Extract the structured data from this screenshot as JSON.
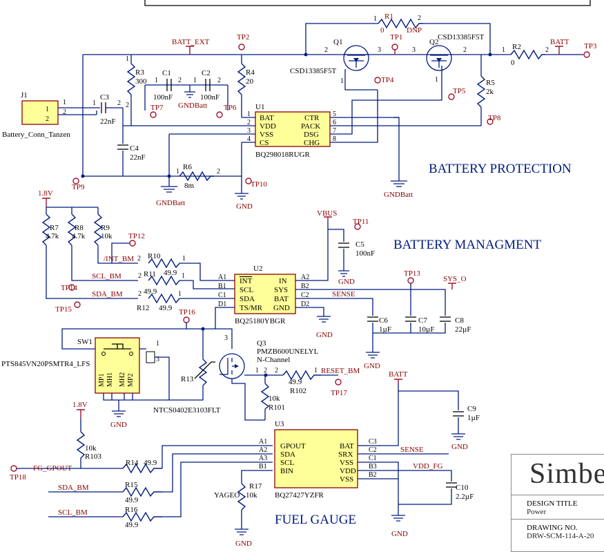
{
  "sections": {
    "protection": "BATTERY PROTECTION",
    "management": "BATTERY MANAGMENT",
    "fuel_gauge": "FUEL GAUGE"
  },
  "nets": {
    "batt_ext": "BATT_EXT",
    "batt": "BATT",
    "batt2": "BATT",
    "gndbatt": "GNDBatt",
    "gndbatt2": "GNDBatt",
    "gndbatt3": "GNDBatt",
    "v18": "1.8V",
    "v18b": "1.8V",
    "vbus": "VBUS",
    "sys_o": "SYS_O",
    "int_bm": "/INT_BM",
    "scl_bm": "SCL_BM",
    "sda_bm": "SDA_BM",
    "sense": "SENSE",
    "sense2": "SENSE",
    "reset_bm": "RESET_BM",
    "fg_gpout": "FG_GPOUT",
    "sda_bm2": "SDA_BM",
    "scl_bm2": "SCL_BM",
    "vdd_fg": "VDD_FG",
    "gnd": "GND"
  },
  "components": {
    "J1": {
      "ref": "J1",
      "value": "Battery_Conn_Tanzen",
      "pin1": "1",
      "pin2": "2"
    },
    "R1": {
      "ref": "R1",
      "value": "0",
      "note": "DNP"
    },
    "R2": {
      "ref": "R2",
      "value": "0"
    },
    "R3": {
      "ref": "R3",
      "value": "300"
    },
    "R4": {
      "ref": "R4",
      "value": "20"
    },
    "R5": {
      "ref": "R5",
      "value": "2k"
    },
    "R6": {
      "ref": "R6",
      "value": "8m"
    },
    "C1": {
      "ref": "C1",
      "value": "100nF"
    },
    "C2": {
      "ref": "C2",
      "value": "100nF"
    },
    "C3": {
      "ref": "C3",
      "value": "22nF"
    },
    "C4": {
      "ref": "C4",
      "value": "22nF"
    },
    "Q1": {
      "ref": "Q1",
      "value": "CSD13385F5T"
    },
    "Q2": {
      "ref": "Q2",
      "value": "CSD13385F5T"
    },
    "U1": {
      "ref": "U1",
      "value": "BQ298018RUGR",
      "left": [
        "BAT",
        "VDD",
        "VSS",
        "CS"
      ],
      "right": [
        "CTR",
        "PACK",
        "DSG",
        "CHG"
      ]
    },
    "R7": {
      "ref": "R7",
      "value": "4.7k"
    },
    "R8": {
      "ref": "R8",
      "value": "4.7k"
    },
    "R9": {
      "ref": "R9",
      "value": "10k"
    },
    "R10": {
      "ref": "R10",
      "value": "49.9"
    },
    "R11": {
      "ref": "R11",
      "value": "49.9"
    },
    "R12": {
      "ref": "R12",
      "value": "49.9"
    },
    "C5": {
      "ref": "C5",
      "value": "100nF"
    },
    "C6": {
      "ref": "C6",
      "value": "1µF"
    },
    "C7": {
      "ref": "C7",
      "value": "10µF"
    },
    "C8": {
      "ref": "C8",
      "value": "22µF"
    },
    "U2": {
      "ref": "U2",
      "value": "BQ25180YBGR",
      "left": [
        "INT",
        "SCL",
        "SDA",
        "TS/MR"
      ],
      "right": [
        "IN",
        "SYS",
        "BAT",
        "GND"
      ]
    },
    "SW1": {
      "ref": "SW1",
      "value": "PTS845VN20PSMTR4_LFS"
    },
    "R13": {
      "ref": "R13",
      "value": "NTCS0402E3103FLT"
    },
    "Q3": {
      "ref": "Q3",
      "value": "PMZB600UNELYL",
      "type": "N-Channel"
    },
    "R101": {
      "ref": "R101",
      "value": "10k"
    },
    "R102": {
      "ref": "R102",
      "value": "49.9"
    },
    "C9": {
      "ref": "C9",
      "value": "1µF"
    },
    "R103": {
      "ref": "R103",
      "value": "10k"
    },
    "R14": {
      "ref": "R14",
      "value": "49.9"
    },
    "R15": {
      "ref": "R15",
      "value": "49.9"
    },
    "R16": {
      "ref": "R16",
      "value": "49.9"
    },
    "R17": {
      "ref": "R17",
      "value": "10k",
      "mfr": "YAGEO"
    },
    "C10": {
      "ref": "C10",
      "value": "2.2µF"
    },
    "U3": {
      "ref": "U3",
      "value": "BQ27427YZFR",
      "left": [
        "GPOUT",
        "SDA",
        "SCL",
        "BIN"
      ],
      "right": [
        "BAT",
        "SRX",
        "VSS",
        "VDD",
        "VSS"
      ]
    }
  },
  "testpoints": [
    "TP1",
    "TP2",
    "TP3",
    "TP4",
    "TP5",
    "TP6",
    "TP7",
    "TP8",
    "TP9",
    "TP10",
    "TP11",
    "TP12",
    "TP13",
    "TP14",
    "TP15",
    "TP16",
    "TP17",
    "TP18"
  ],
  "title_block": {
    "logo": "Simbe",
    "design_title_label": "DESIGN TITLE",
    "design_title": "Power",
    "drawing_no_label": "DRAWING NO.",
    "drawing_no": "DRW-SCM-114-A-20"
  }
}
